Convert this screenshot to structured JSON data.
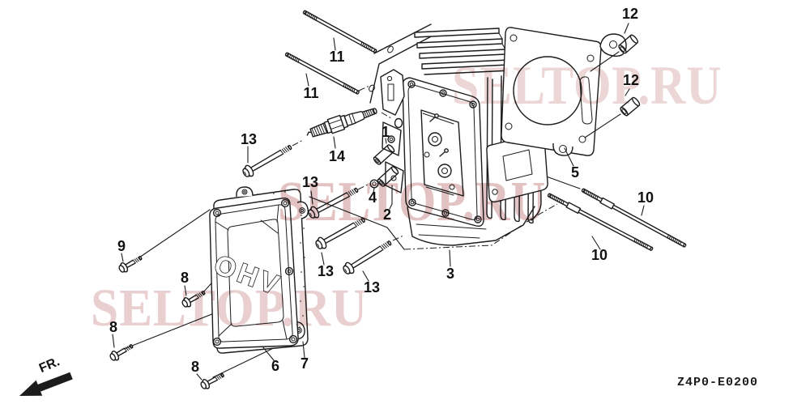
{
  "diagram": {
    "code": "Z4P0-E0200",
    "front_marker": "FR.",
    "cover_emboss": "OHV"
  },
  "watermark": {
    "text": "SELTOP.RU",
    "color": "#e6c9c9"
  },
  "palette": {
    "line": "#1c1c1c",
    "background": "#ffffff",
    "watermark_pink": "#e6c9c9"
  },
  "callouts": [
    {
      "label": "11"
    },
    {
      "label": "11"
    },
    {
      "label": "14"
    },
    {
      "label": "13"
    },
    {
      "label": "13"
    },
    {
      "label": "13"
    },
    {
      "label": "13"
    },
    {
      "label": "1"
    },
    {
      "label": "4"
    },
    {
      "label": "2"
    },
    {
      "label": "5"
    },
    {
      "label": "12"
    },
    {
      "label": "12"
    },
    {
      "label": "10"
    },
    {
      "label": "10"
    },
    {
      "label": "3"
    },
    {
      "label": "9"
    },
    {
      "label": "8"
    },
    {
      "label": "8"
    },
    {
      "label": "8"
    },
    {
      "label": "6"
    },
    {
      "label": "7"
    }
  ]
}
